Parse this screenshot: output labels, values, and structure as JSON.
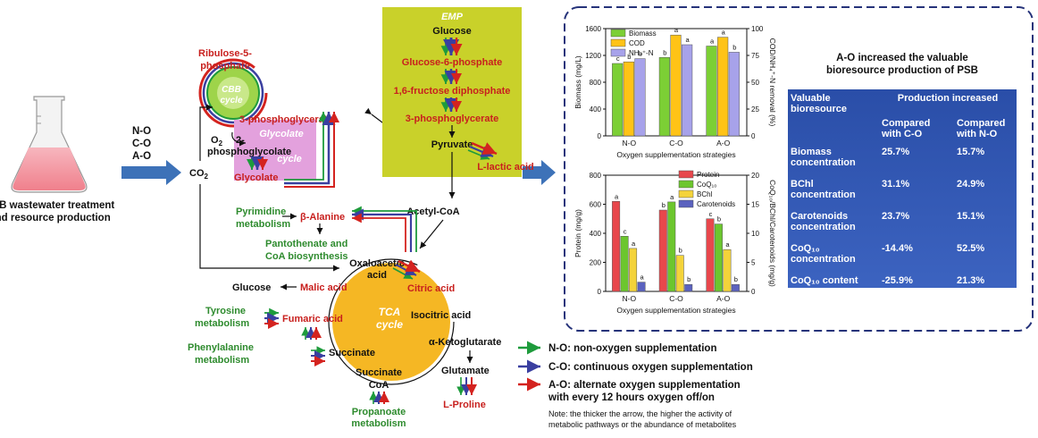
{
  "left": {
    "conditions": [
      "N-O",
      "C-O",
      "A-O"
    ],
    "flask_label_1": "PSB wastewater treatment",
    "flask_label_2": "and resource production",
    "co2": "CO",
    "co2_sub": "2"
  },
  "cycles": {
    "cbb_1": "CBB",
    "cbb_2": "cycle",
    "glycolate_1": "Glycolate",
    "glycolate_2": "cycle",
    "tca_1": "TCA",
    "tca_2": "cycle",
    "emp": "EMP"
  },
  "metabolites": {
    "ribulose_1": "Ribulose-5-",
    "ribulose_2": "phosphate",
    "pg3_left": "3-phosphoglycerate",
    "o2": "O",
    "o2_sub": "2",
    "two_dash": "2-",
    "phosphoglycolate": "phosphoglycolate",
    "glycolate": "Glycolate",
    "glucose_top": "Glucose",
    "g6p": "Glucose-6-phosphate",
    "f16": "1,6-fructose diphosphate",
    "pg3_right": "3-phosphoglycerate",
    "pyruvate": "Pyruvate",
    "lactic": "L-lactic acid",
    "acetyl": "Acetyl-CoA",
    "pyrimidine_1": "Pyrimidine",
    "pyrimidine_2": "metabolism",
    "alanine": "β-Alanine",
    "pantothenate_1": "Pantothenate and",
    "pantothenate_2": "CoA biosynthesis",
    "oxalo_1": "Oxaloacetic",
    "oxalo_2": "acid",
    "citric": "Citric acid",
    "glucose_left": "Glucose",
    "malic": "Malic acid",
    "tyrosine_1": "Tyrosine",
    "tyrosine_2": "metabolism",
    "fumaric": "Fumaric acid",
    "isocitric": "Isocitric acid",
    "phenyl_1": "Phenylalanine",
    "phenyl_2": "metabolism",
    "succinate": "Succinate",
    "akg": "α-Ketoglutarate",
    "glutamate": "Glutamate",
    "succcoa_1": "Succinate",
    "succcoa_2": "CoA",
    "proline": "L-Proline",
    "propanoate_1": "Propanoate",
    "propanoate_2": "metabolism"
  },
  "legend": {
    "no": "N-O: non-oxygen supplementation",
    "co": "C-O: continuous oxygen supplementation",
    "ao_1": "A-O: alternate oxygen supplementation",
    "ao_2": "with every 12 hours oxygen off/on",
    "note_1": "Note: the thicker the arrow, the higher the activity of",
    "note_2": "metabolic pathways or the abundance of metabolites"
  },
  "colors": {
    "n_o": "#1e9b3c",
    "c_o": "#3a3fa0",
    "a_o": "#d4231f",
    "emp_box": "#c9d12a",
    "tca": "#f5b724",
    "glycolate": "#e3a1dd",
    "cbb": "#9ed44a",
    "table": "#2f55b0"
  },
  "chart_data": [
    {
      "type": "bar",
      "categories": [
        "N-O",
        "C-O",
        "A-O"
      ],
      "xlabel": "Oxygen supplementation strategies",
      "ylabel_left": "Biomass (mg/L)",
      "ylabel_right": "COD/NH₄⁺-N removal (%)",
      "ylim_left": [
        0,
        1600
      ],
      "ylim_right": [
        0,
        100
      ],
      "yticks_left": [
        "0",
        "400",
        "800",
        "1200",
        "1600"
      ],
      "yticks_right": [
        "0",
        "25",
        "50",
        "75",
        "100"
      ],
      "legend": [
        "Biomass",
        "COD",
        "NH₄⁺-N"
      ],
      "series": [
        {
          "name": "Biomass",
          "axis": "left",
          "values": [
            1080,
            1170,
            1340
          ],
          "labels": [
            "c",
            "b",
            "a"
          ],
          "color": "#7ccf35"
        },
        {
          "name": "COD",
          "axis": "right",
          "values": [
            69,
            94,
            92
          ],
          "labels": [
            "b",
            "a",
            "a"
          ],
          "color": "#ffc316"
        },
        {
          "name": "NH₄⁺-N",
          "axis": "right",
          "values": [
            72,
            85,
            78
          ],
          "labels": [
            "b",
            "a",
            "b"
          ],
          "color": "#a7a2ea"
        }
      ]
    },
    {
      "type": "bar",
      "categories": [
        "N-O",
        "C-O",
        "A-O"
      ],
      "xlabel": "Oxygen supplementation strategies",
      "ylabel_left": "Protein (mg/g)",
      "ylabel_right": "CoQ₁₀/BChl/Carotenoids (mg/g)",
      "ylim_left": [
        0,
        800
      ],
      "ylim_right": [
        0,
        20
      ],
      "yticks_left": [
        "0",
        "200",
        "400",
        "600",
        "800"
      ],
      "yticks_right": [
        "0",
        "5",
        "10",
        "15",
        "20"
      ],
      "legend": [
        "Protein",
        "CoQ₁₀",
        "BChl",
        "Carotenoids"
      ],
      "series": [
        {
          "name": "Protein",
          "axis": "left",
          "values": [
            620,
            560,
            500
          ],
          "labels": [
            "a",
            "b",
            "c"
          ],
          "color": "#e8474c"
        },
        {
          "name": "CoQ₁₀",
          "axis": "right",
          "values": [
            9.5,
            15.4,
            11.6
          ],
          "labels": [
            "c",
            "a",
            "b"
          ],
          "color": "#6cc62e"
        },
        {
          "name": "BChl",
          "axis": "right",
          "values": [
            7.4,
            6.2,
            7.2
          ],
          "labels": [
            "a",
            "b",
            "a"
          ],
          "color": "#f4d33a"
        },
        {
          "name": "Carotenoids",
          "axis": "right",
          "values": [
            1.6,
            1.2,
            1.2
          ],
          "labels": [
            "a",
            "b",
            "b"
          ],
          "color": "#5b62bf"
        }
      ]
    }
  ],
  "table": {
    "title_1": "A-O increased the valuable",
    "title_2": "bioresource production of PSB",
    "col_head_1": "Valuable",
    "col_head_1b": "bioresource",
    "col_group": "Production increased",
    "col_co": "Compared with C-O",
    "col_no": "Compared with N-O",
    "rows": [
      {
        "name": "Biomass concentration",
        "co": "25.7%",
        "no": "15.7%"
      },
      {
        "name": "BChl concentration",
        "co": "31.1%",
        "no": "24.9%"
      },
      {
        "name": "Carotenoids concentration",
        "co": "23.7%",
        "no": "15.1%"
      },
      {
        "name": "CoQ₁₀ concentration",
        "co": "-14.4%",
        "no": "52.5%"
      },
      {
        "name": "CoQ₁₀ content",
        "co": "-25.9%",
        "no": "21.3%"
      }
    ]
  }
}
